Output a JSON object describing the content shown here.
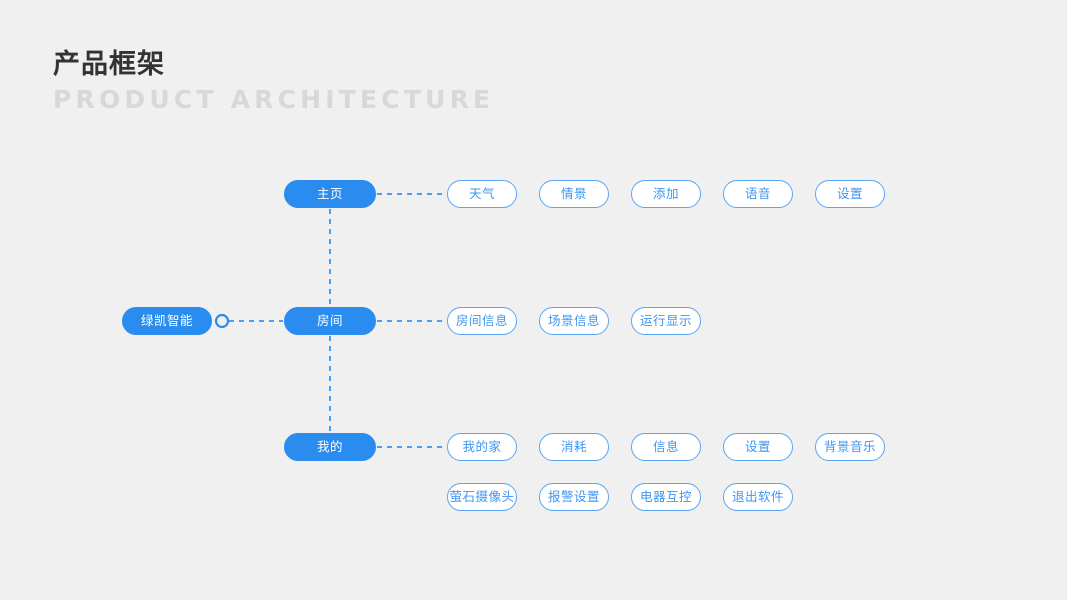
{
  "header": {
    "title_cn": "产品框架",
    "title_en": "PRODUCT ARCHITECTURE"
  },
  "colors": {
    "background": "#f0f0f0",
    "primary_blue": "#2b8cf0",
    "leaf_border": "#59a5f3",
    "leaf_text": "#3f96f2",
    "title_text": "#333333",
    "subtitle_text": "#d8d8d8",
    "edge_blue": "#4a9ef5"
  },
  "diagram": {
    "root": {
      "label": "绿凯智能"
    },
    "branches": [
      {
        "main": {
          "label": "主页"
        },
        "leaves": [
          {
            "label": "天气"
          },
          {
            "label": "情景"
          },
          {
            "label": "添加"
          },
          {
            "label": "语音"
          },
          {
            "label": "设置"
          }
        ]
      },
      {
        "main": {
          "label": "房间"
        },
        "leaves": [
          {
            "label": "房间信息"
          },
          {
            "label": "场景信息"
          },
          {
            "label": "运行显示"
          }
        ]
      },
      {
        "main": {
          "label": "我的"
        },
        "leaves": [
          {
            "label": "我的家"
          },
          {
            "label": "消耗"
          },
          {
            "label": "信息"
          },
          {
            "label": "设置"
          },
          {
            "label": "背景音乐"
          },
          {
            "label": "萤石摄像头"
          },
          {
            "label": "报警设置"
          },
          {
            "label": "电器互控"
          },
          {
            "label": "退出软件"
          }
        ]
      }
    ]
  }
}
